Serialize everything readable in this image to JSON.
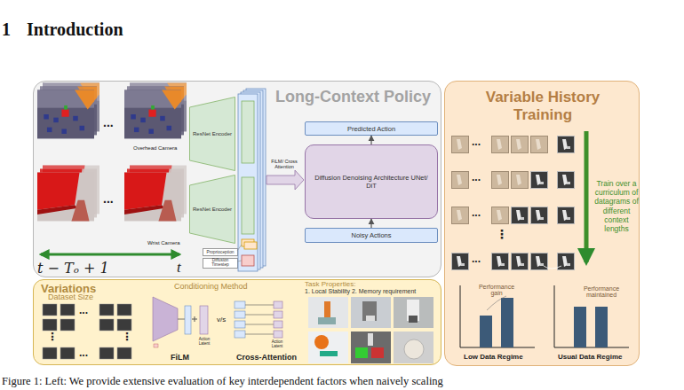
{
  "diagram": {
    "title": "Introduction",
    "caption": "Figure 1: Left: We provide extensive evaluation of key interdependent factors when naively scaling",
    "nodes": [
      {
        "text": [
          "Long-Context Policy"
        ]
      },
      {
        "text": [
          "ResNet Encoder"
        ],
        "in": 0
      },
      {
        "text": [
          "ResNet Encoder"
        ],
        "in": 0
      },
      {
        "text": [
          "Proprioception"
        ],
        "in": 0
      },
      {
        "text": [
          "Diffusion Timestep"
        ],
        "in": 0
      },
      {
        "text": [
          "Predicted Action"
        ],
        "in": 0
      },
      {
        "text": [
          "Diffusion Denoising Architecture UNet/ DiT"
        ],
        "in": 0
      },
      {
        "text": [
          "Noisy Actions"
        ],
        "in": 0
      },
      {
        "text": [
          "Variations"
        ]
      },
      {
        "text": [
          "Variable History Training",
          "Train over a curriculum of datagrams of different context lengths"
        ]
      }
    ],
    "edges": [
      {
        "from": 7,
        "to": 6,
        "arrow": "to"
      },
      {
        "from": 6,
        "to": 5,
        "arrow": "to"
      }
    ],
    "labels": [
      "1",
      "...",
      "...",
      "Overhead Camera",
      "Wrist Camera",
      "t − Tₒ + 1",
      "t",
      "FiLM/ Cross Attention",
      "...",
      "...",
      "...",
      "...",
      "⋮",
      "Performance gain",
      "Low Data Regime",
      "Performance maintained",
      "Usual Data Regime",
      "Dataset Size",
      "...",
      "...",
      "⋮",
      "⋮",
      "Conditioning Method",
      "FiLM",
      "v/s",
      "Cross-Attention",
      "Action Latent",
      "Action Latent",
      "Task Properties:",
      "1. Local Stability 2. Memory requirement"
    ]
  }
}
